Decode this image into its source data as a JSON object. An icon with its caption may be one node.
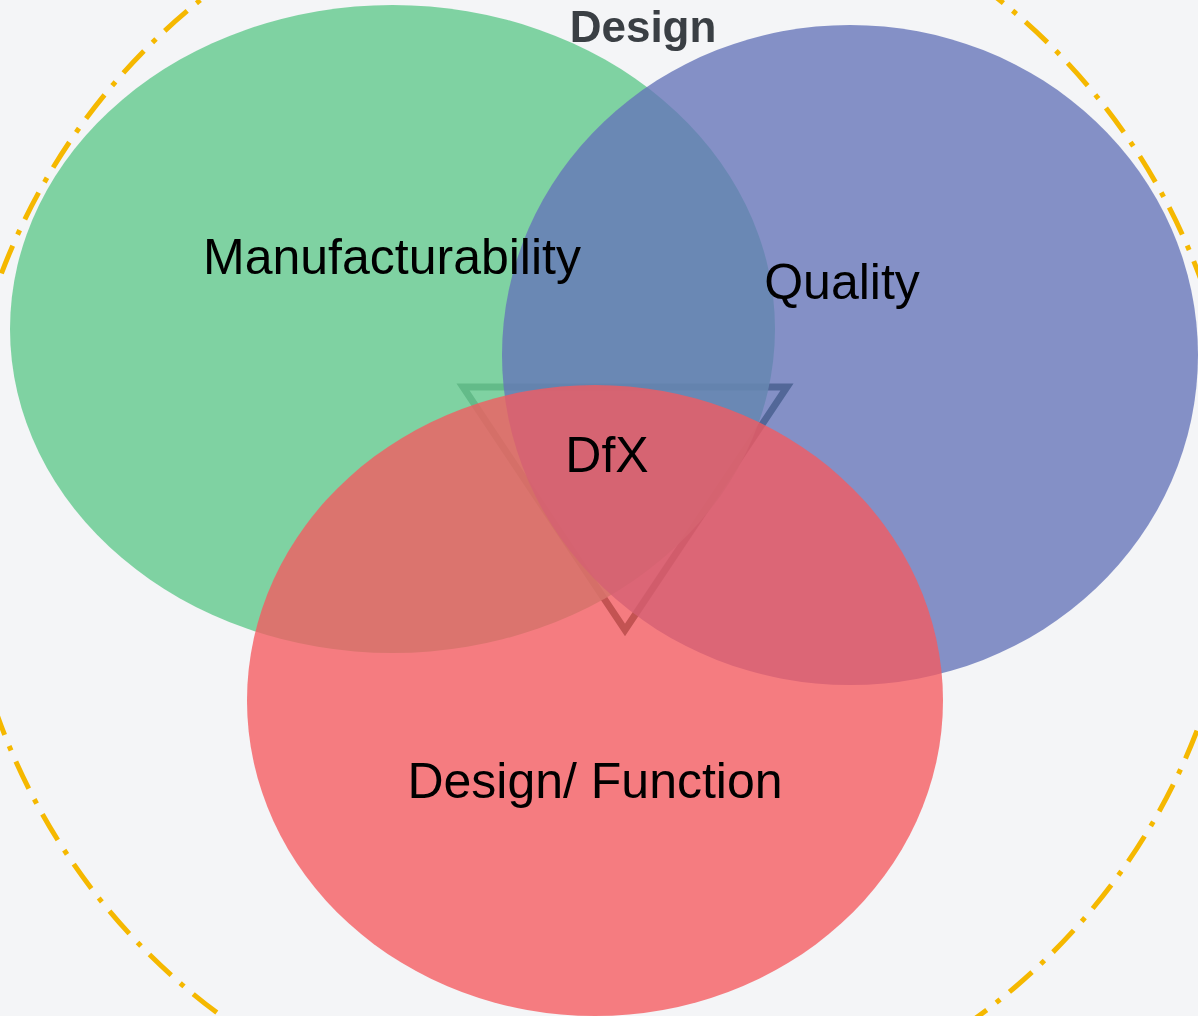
{
  "diagram": {
    "title": "Design",
    "nodes": [
      {
        "text": [
          "Manufacturability"
        ]
      },
      {
        "text": [
          "Quality"
        ]
      },
      {
        "text": [
          "Design/ Function"
        ]
      },
      {
        "text": [
          "DfX"
        ]
      }
    ]
  }
}
